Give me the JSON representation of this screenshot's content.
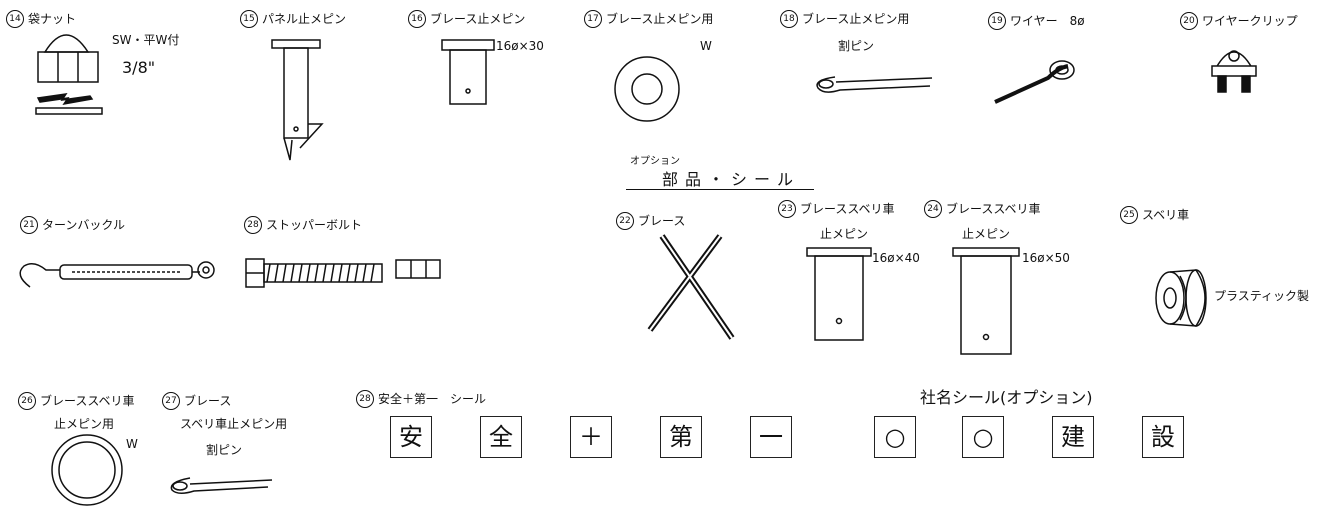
{
  "items": [
    {
      "num": "14",
      "label": "袋ナット"
    },
    {
      "num": "15",
      "label": "パネル止メピン"
    },
    {
      "num": "16",
      "label": "ブレース止メピン"
    },
    {
      "num": "17",
      "label": "ブレース止メピン用"
    },
    {
      "num": "18",
      "label": "ブレース止メピン用"
    },
    {
      "num": "19",
      "label": "ワイヤー　8ø"
    },
    {
      "num": "20",
      "label": "ワイヤークリップ"
    },
    {
      "num": "21",
      "label": "ターンバックル"
    },
    {
      "num": "28",
      "label": "ストッパーボルト"
    },
    {
      "num": "22",
      "label": "ブレース"
    },
    {
      "num": "23",
      "label": "ブレーススベリ車"
    },
    {
      "num": "24",
      "label": "ブレーススベリ車"
    },
    {
      "num": "25",
      "label": "スベリ車"
    },
    {
      "num": "26",
      "label": "ブレーススベリ車"
    },
    {
      "num": "27",
      "label": "ブレース"
    },
    {
      "num": "28",
      "label": "安全＋第一　シール"
    }
  ],
  "notes": {
    "sw_washer": "SW・平W付",
    "size_3_8": "3/8\"",
    "dim_16x30": "16ø×30",
    "w_17": "W",
    "split_pin_18": "割ピン",
    "sub_23": "止メピン",
    "dim_16x40": "16ø×40",
    "sub_24": "止メピン",
    "dim_16x50": "16ø×50",
    "plastic": "プラスティック製",
    "sub_26": "止メピン用",
    "w_26": "W",
    "sub_27": "スベリ車止メピン用",
    "split_pin_27": "割ピン"
  },
  "header": {
    "ruby": "オプション",
    "title": "部品・シール"
  },
  "company_label": "社名シール(オプション)",
  "safety_seals": [
    "安",
    "全",
    "＋",
    "第",
    "一"
  ],
  "company_seals": [
    "○",
    "○",
    "建",
    "設"
  ]
}
